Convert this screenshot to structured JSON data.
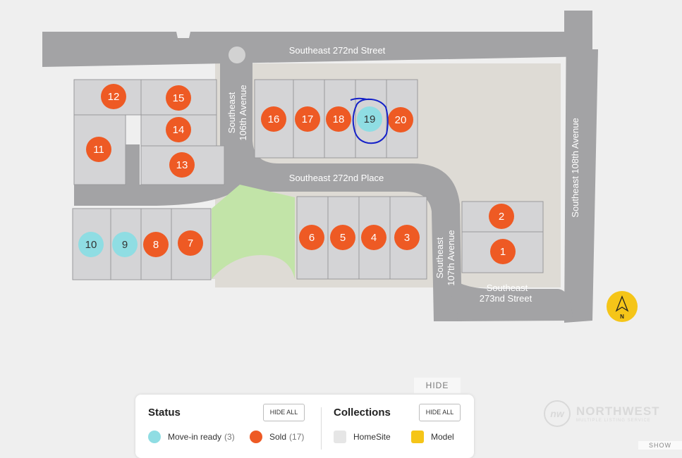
{
  "streets": {
    "se_272nd_street": "Southeast 272nd Street",
    "se_106th_avenue": [
      "Southeast",
      "106th Avenue"
    ],
    "se_272nd_place": "Southeast 272nd Place",
    "se_107th_avenue": [
      "Southeast",
      "107th Avenue"
    ],
    "se_273rd_street": [
      "Southeast",
      "273nd Street"
    ],
    "se_108th_avenue": "Southeast 108th Avenue"
  },
  "lots": [
    {
      "number": "12",
      "status": "sold"
    },
    {
      "number": "15",
      "status": "sold"
    },
    {
      "number": "14",
      "status": "sold"
    },
    {
      "number": "11",
      "status": "sold"
    },
    {
      "number": "13",
      "status": "sold"
    },
    {
      "number": "16",
      "status": "sold"
    },
    {
      "number": "17",
      "status": "sold"
    },
    {
      "number": "18",
      "status": "sold"
    },
    {
      "number": "19",
      "status": "move-in-ready"
    },
    {
      "number": "20",
      "status": "sold"
    },
    {
      "number": "10",
      "status": "move-in-ready"
    },
    {
      "number": "9",
      "status": "move-in-ready"
    },
    {
      "number": "8",
      "status": "sold"
    },
    {
      "number": "7",
      "status": "sold"
    },
    {
      "number": "6",
      "status": "sold"
    },
    {
      "number": "5",
      "status": "sold"
    },
    {
      "number": "4",
      "status": "sold"
    },
    {
      "number": "3",
      "status": "sold"
    },
    {
      "number": "2",
      "status": "sold"
    },
    {
      "number": "1",
      "status": "sold"
    }
  ],
  "compass": {
    "label": "N"
  },
  "hide_tab": "HIDE",
  "legend": {
    "status_title": "Status",
    "status_hide_all": "HIDE ALL",
    "move_in_ready": {
      "label": "Move-in ready",
      "count": "(3)"
    },
    "sold": {
      "label": "Sold",
      "count": "(17)"
    },
    "collections_title": "Collections",
    "collections_hide_all": "HIDE ALL",
    "homesite": {
      "label": "HomeSite"
    },
    "model": {
      "label": "Model"
    }
  },
  "watermark": {
    "mark": "nw",
    "name": "NORTHWEST",
    "sub": "MULTIPLE LISTING SERVICE"
  },
  "show_tab": "SHOW",
  "colors": {
    "sold": "#ee5a24",
    "move_in_ready": "#8fdde3",
    "homesite": "#e6e6e6",
    "model": "#f5c518",
    "road": "#a3a3a5",
    "lot_fill": "#d4d4d6",
    "green_space": "#c2e4a8",
    "annotation": "#1420c8"
  }
}
